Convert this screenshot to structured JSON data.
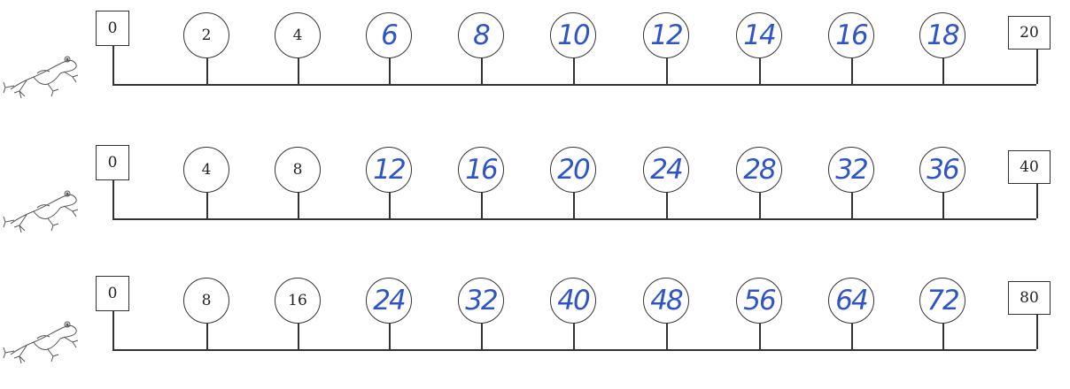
{
  "rows": [
    {
      "start": "0",
      "end": "20",
      "nodes": [
        {
          "value": "2",
          "kind": "given"
        },
        {
          "value": "4",
          "kind": "given"
        },
        {
          "value": "6",
          "kind": "hand"
        },
        {
          "value": "8",
          "kind": "hand"
        },
        {
          "value": "10",
          "kind": "hand"
        },
        {
          "value": "12",
          "kind": "hand"
        },
        {
          "value": "14",
          "kind": "hand"
        },
        {
          "value": "16",
          "kind": "hand"
        },
        {
          "value": "18",
          "kind": "hand"
        }
      ]
    },
    {
      "start": "0",
      "end": "40",
      "nodes": [
        {
          "value": "4",
          "kind": "given"
        },
        {
          "value": "8",
          "kind": "given"
        },
        {
          "value": "12",
          "kind": "hand"
        },
        {
          "value": "16",
          "kind": "hand"
        },
        {
          "value": "20",
          "kind": "hand"
        },
        {
          "value": "24",
          "kind": "hand"
        },
        {
          "value": "28",
          "kind": "hand"
        },
        {
          "value": "32",
          "kind": "hand"
        },
        {
          "value": "36",
          "kind": "hand"
        }
      ]
    },
    {
      "start": "0",
      "end": "80",
      "nodes": [
        {
          "value": "8",
          "kind": "given"
        },
        {
          "value": "16",
          "kind": "given"
        },
        {
          "value": "24",
          "kind": "hand"
        },
        {
          "value": "32",
          "kind": "hand"
        },
        {
          "value": "40",
          "kind": "hand"
        },
        {
          "value": "48",
          "kind": "hand"
        },
        {
          "value": "56",
          "kind": "hand"
        },
        {
          "value": "64",
          "kind": "hand"
        },
        {
          "value": "72",
          "kind": "hand"
        }
      ]
    }
  ],
  "colors": {
    "ink": "#333333",
    "handwriting": "#2e54c9"
  },
  "icons": {
    "mascot": "frog-icon"
  }
}
